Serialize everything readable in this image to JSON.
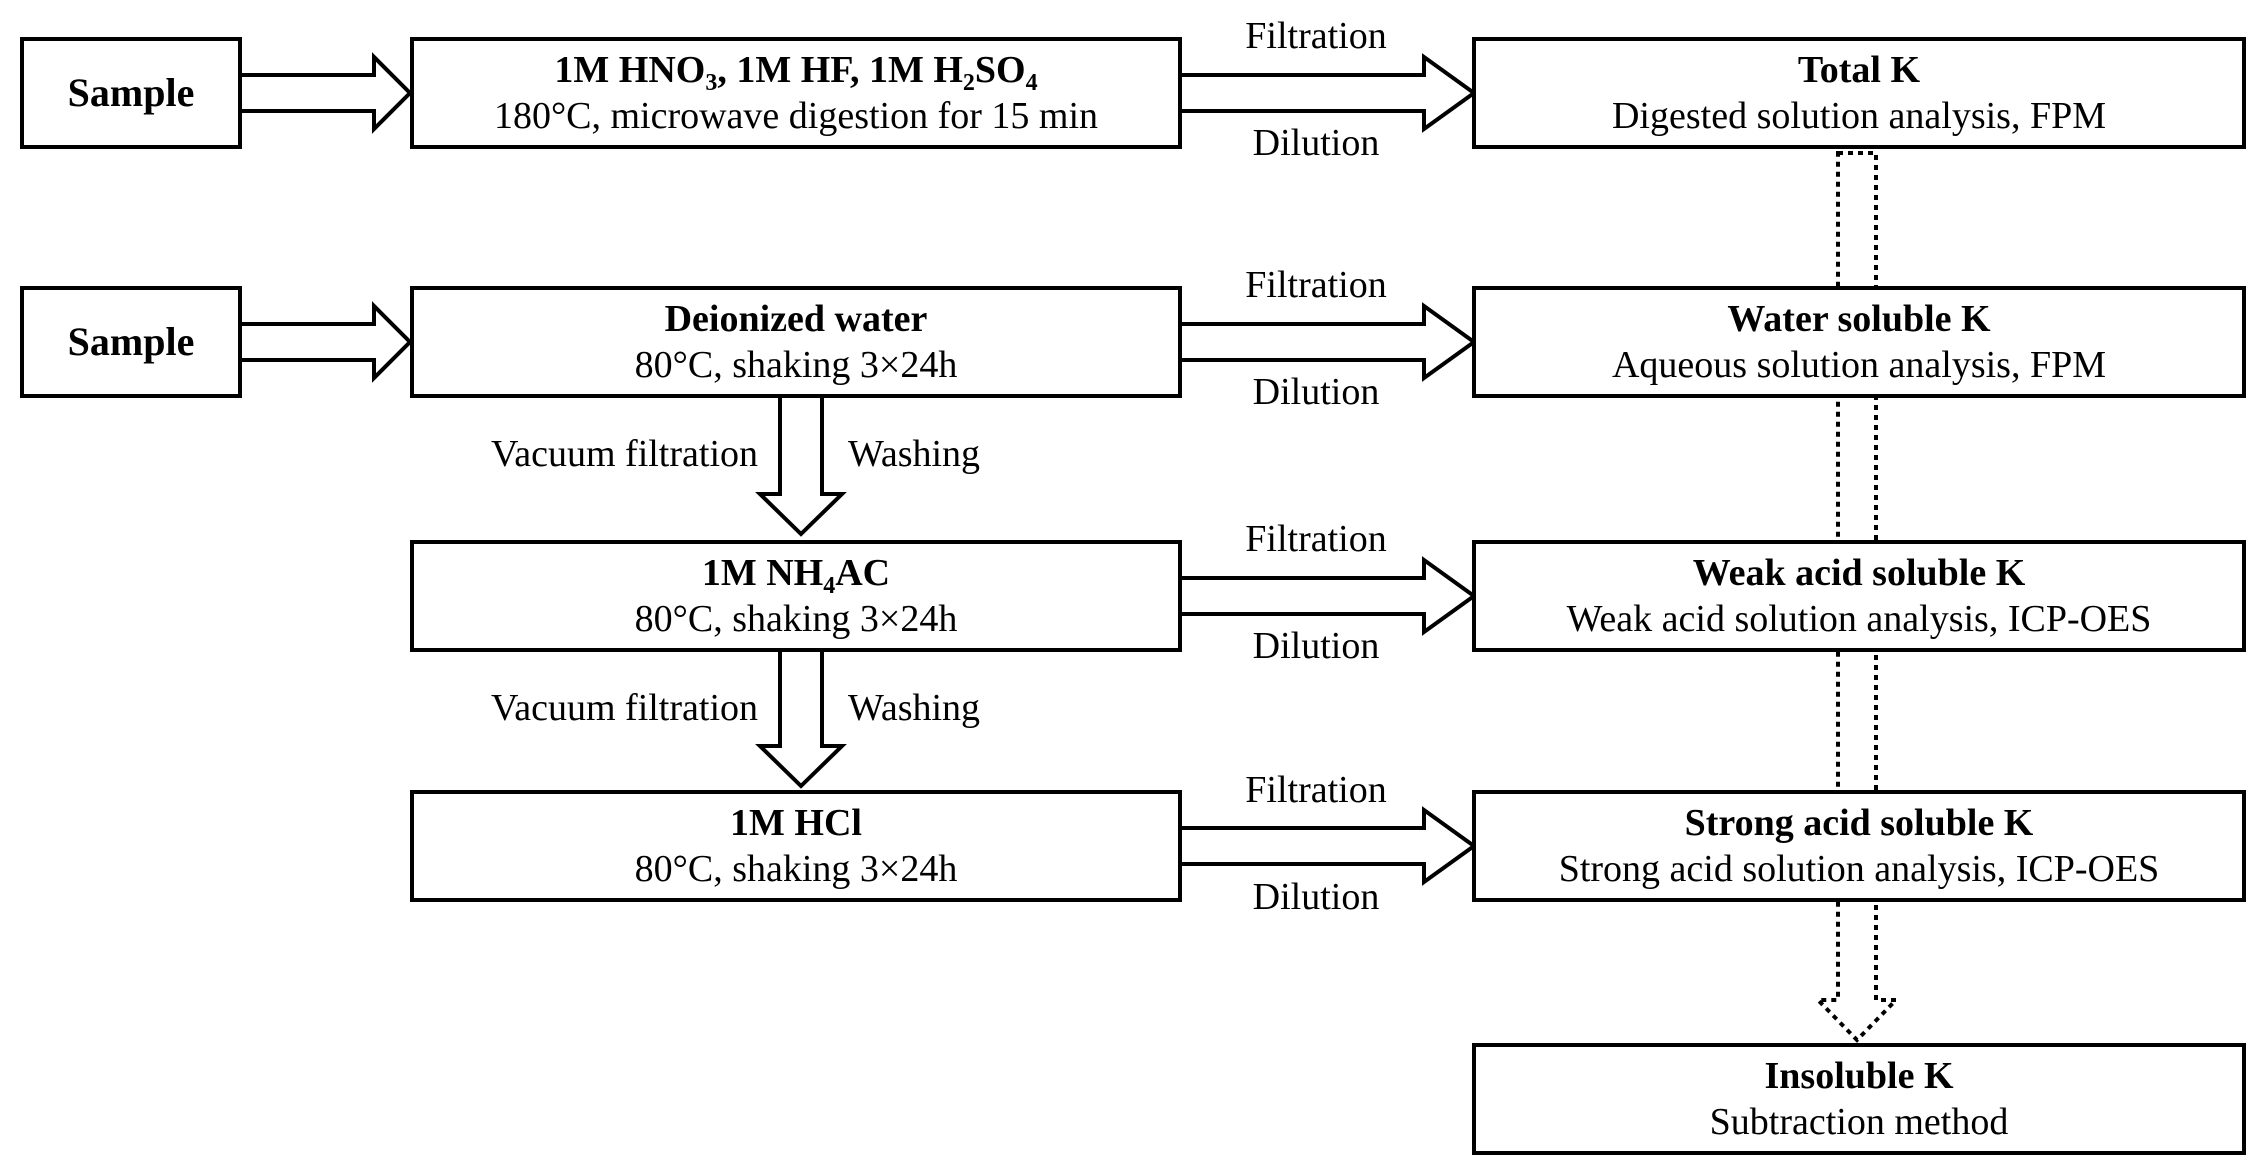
{
  "samples": [
    {
      "label": "Sample"
    },
    {
      "label": "Sample"
    }
  ],
  "digestion": {
    "title_parts": [
      "1M HNO",
      "3",
      ", 1M HF, 1M H",
      "2",
      "SO",
      "4"
    ],
    "detail": "180°C, microwave digestion for 15 min"
  },
  "steps": [
    {
      "title_parts": [
        "Deionized water"
      ],
      "detail": "80°C, shaking 3×24h"
    },
    {
      "title_parts": [
        "1M NH",
        "4",
        "AC"
      ],
      "detail": "80°C, shaking 3×24h"
    },
    {
      "title_parts": [
        "1M HCl"
      ],
      "detail": "80°C, shaking 3×24h"
    }
  ],
  "results": [
    {
      "title": "Total K",
      "detail": "Digested solution analysis, FPM"
    },
    {
      "title": "Water soluble K",
      "detail": "Aqueous solution analysis, FPM"
    },
    {
      "title": "Weak acid soluble K",
      "detail": "Weak acid solution analysis, ICP-OES"
    },
    {
      "title": "Strong acid soluble K",
      "detail": "Strong acid solution analysis, ICP-OES"
    },
    {
      "title": "Insoluble K",
      "detail": "Subtraction method"
    }
  ],
  "edge_labels": {
    "above": "Filtration",
    "below": "Dilution",
    "left": "Vacuum filtration",
    "right": "Washing"
  }
}
